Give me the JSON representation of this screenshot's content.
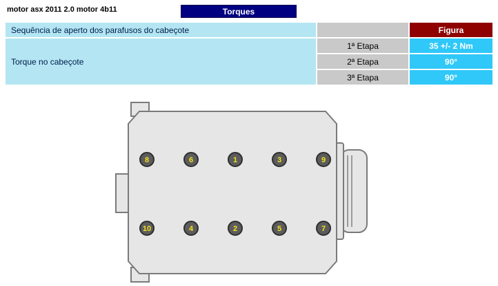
{
  "page": {
    "title": "motor asx 2011 2.0 motor 4b11"
  },
  "tab": {
    "label": "Torques"
  },
  "table": {
    "sequence_header": "Sequência de aperto dos parafusos do cabeçote",
    "figura_header": "Figura",
    "torque_row_label": "Torque no cabeçote",
    "steps": [
      {
        "label": "1ª Etapa",
        "value": "35 +/- 2 Nm"
      },
      {
        "label": "2ª Etapa",
        "value": "90°"
      },
      {
        "label": "3ª Etapa",
        "value": "90°"
      }
    ]
  },
  "diagram": {
    "bolt_numbers_top": [
      "8",
      "6",
      "1",
      "3",
      "9"
    ],
    "bolt_numbers_bottom": [
      "10",
      "4",
      "2",
      "5",
      "7"
    ]
  },
  "colors": {
    "tab_bg": "#000080",
    "row_cyan_bg": "#b3e6f2",
    "cell_gray_bg": "#c9c9c9",
    "figura_bg": "#8f0000",
    "value_bg": "#2fc8f8",
    "bolt_number": "#f3e11c"
  }
}
